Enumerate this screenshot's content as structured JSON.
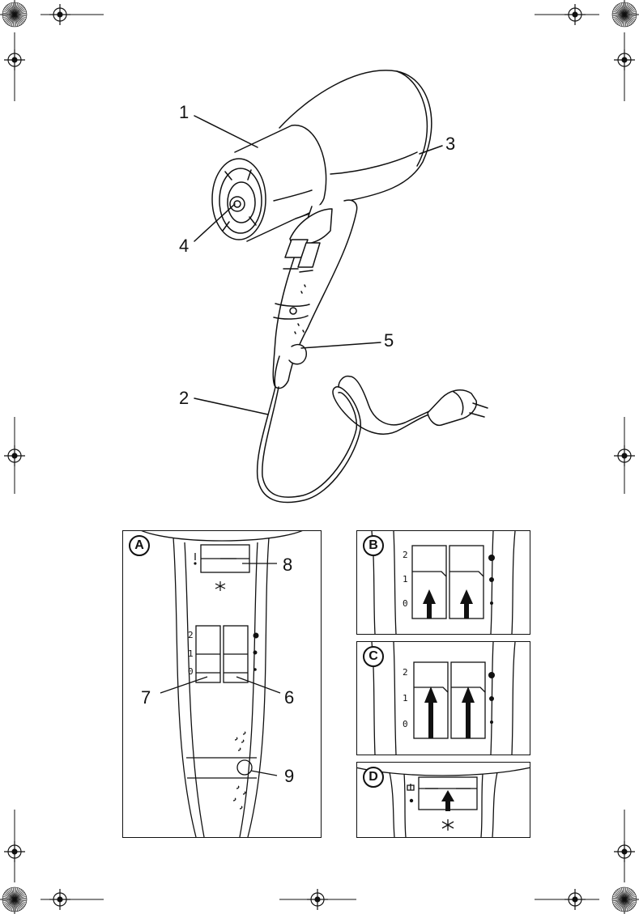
{
  "main_figure": {
    "callouts": [
      "1",
      "2",
      "3",
      "4",
      "5"
    ]
  },
  "panels": {
    "a": {
      "letter": "A",
      "callouts": [
        "8",
        "7",
        "6",
        "9"
      ],
      "scale": [
        "2",
        "1",
        "0"
      ]
    },
    "b": {
      "letter": "B",
      "scale": [
        "2",
        "1",
        "0"
      ]
    },
    "c": {
      "letter": "C",
      "scale": [
        "2",
        "1",
        "0"
      ]
    },
    "d": {
      "letter": "D"
    }
  }
}
